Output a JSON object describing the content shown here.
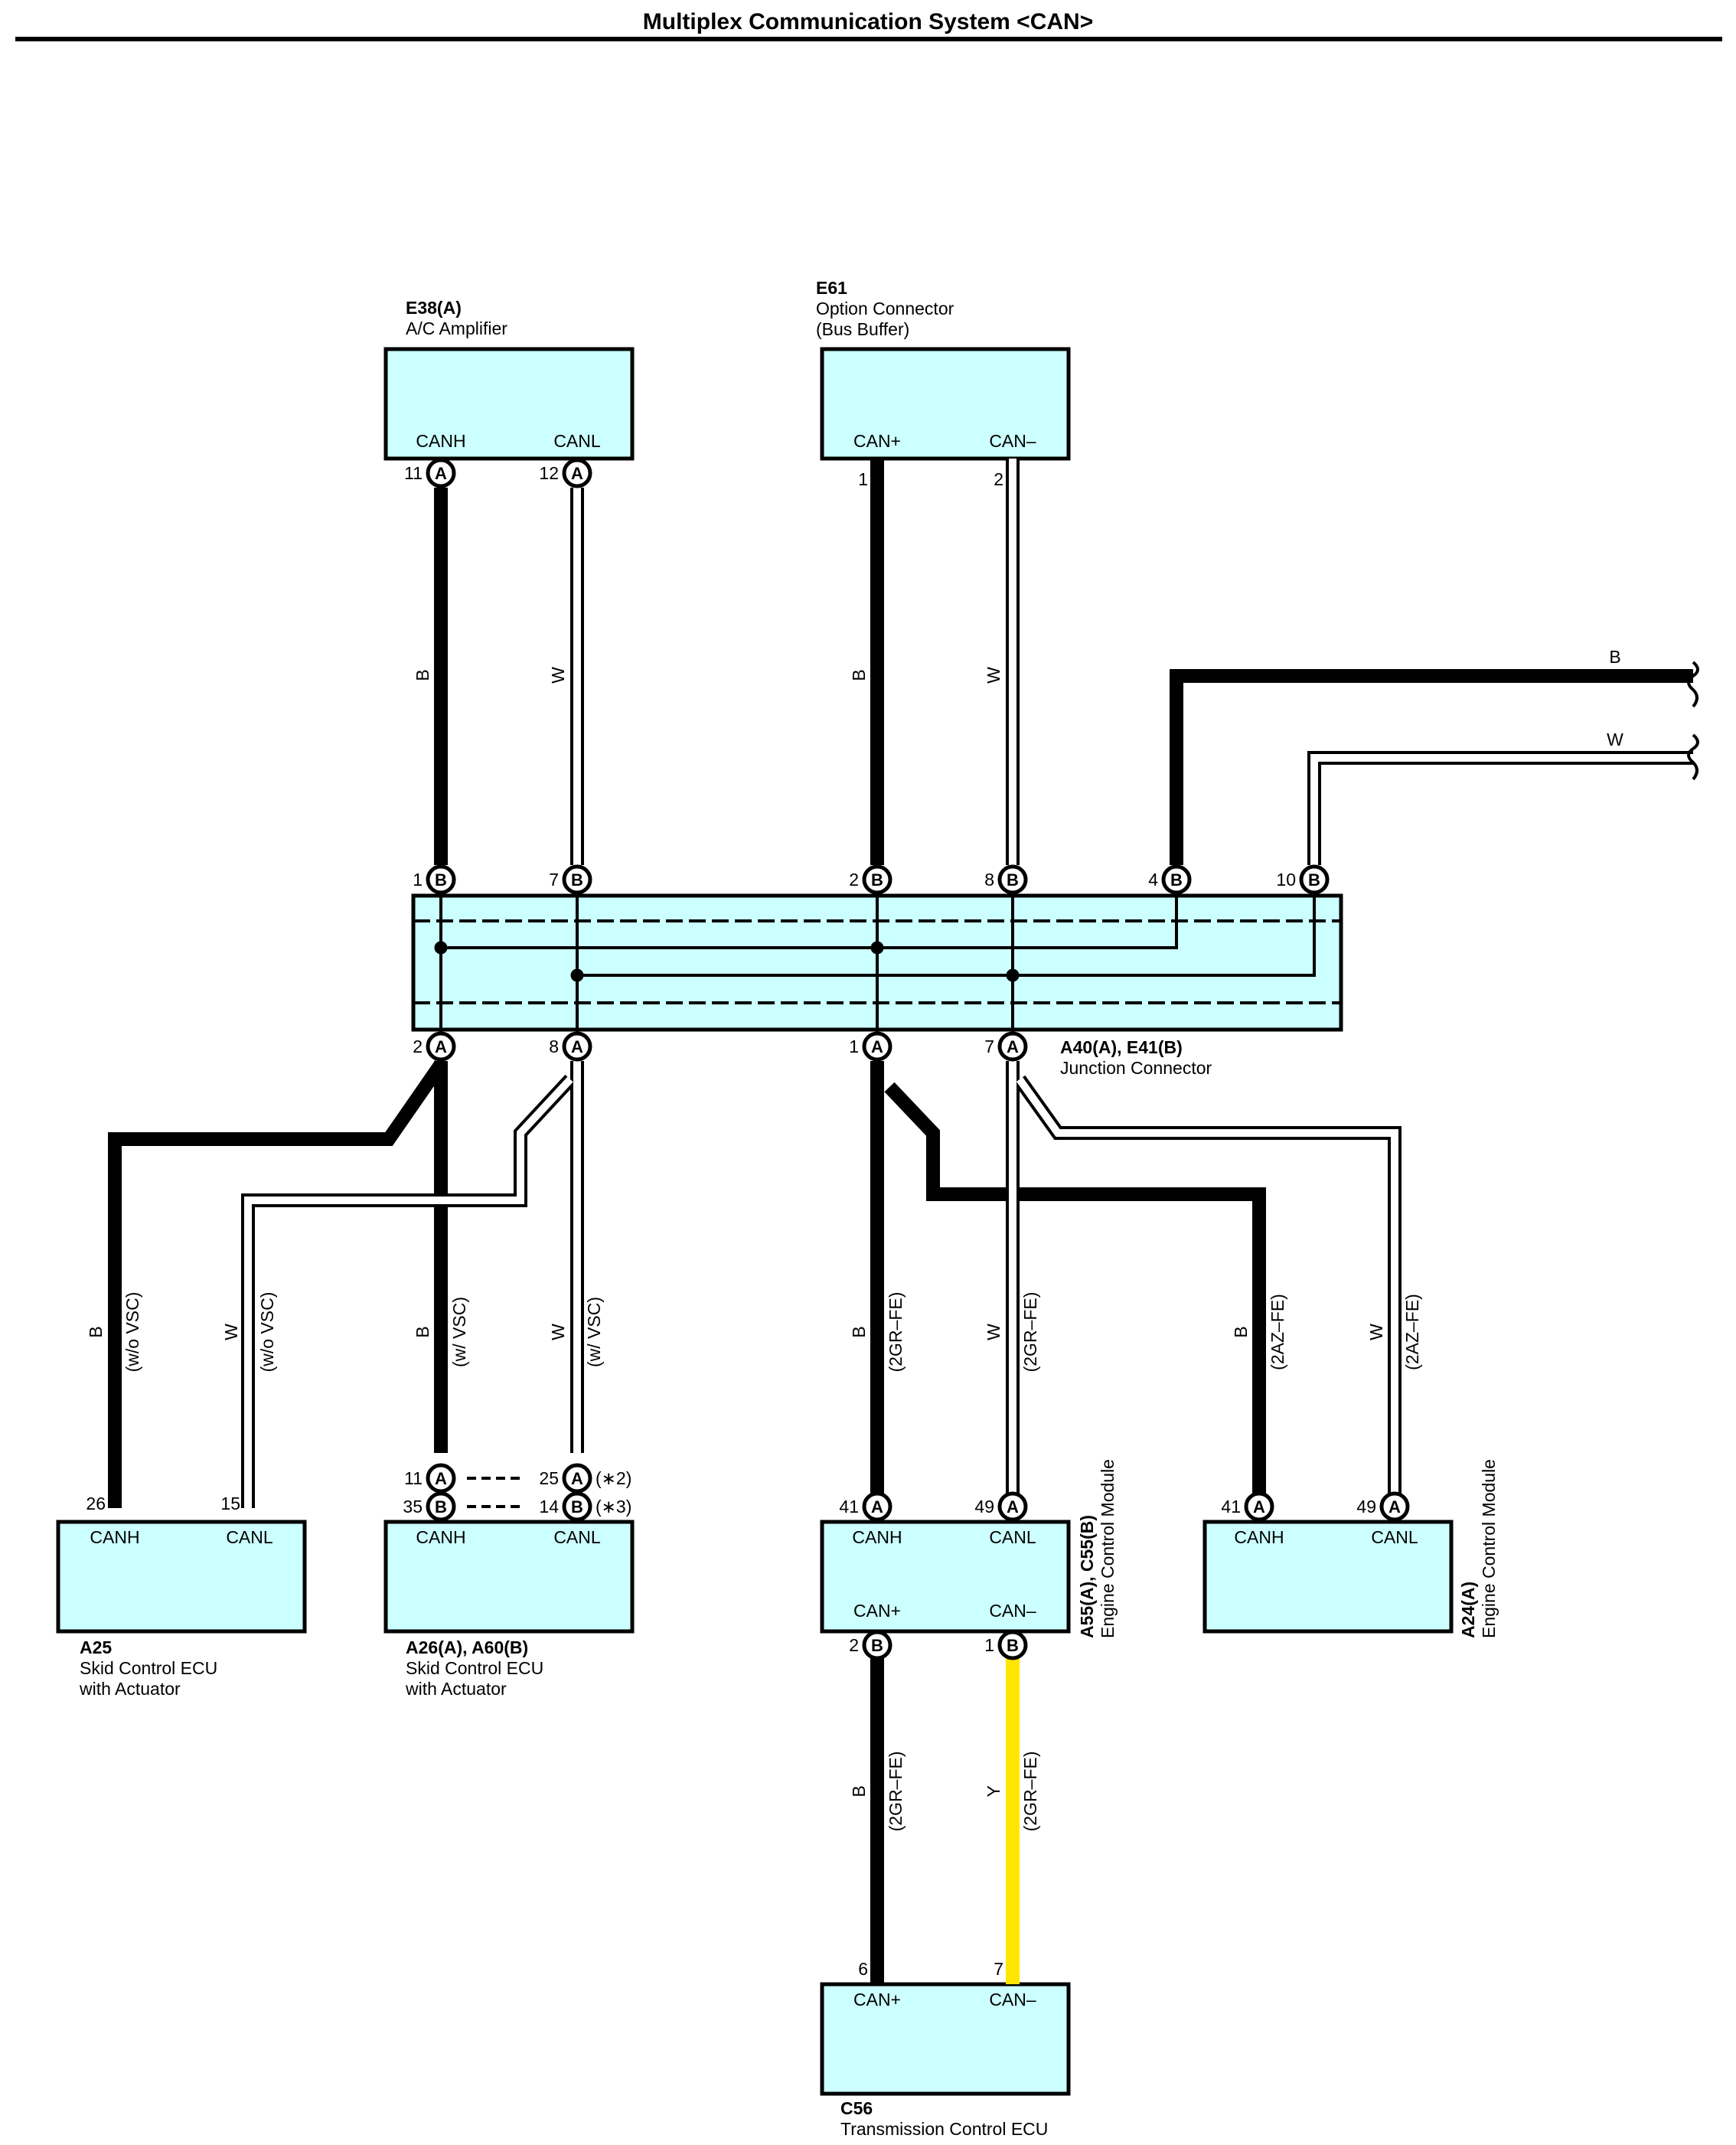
{
  "title": "Multiplex Communication System <CAN>",
  "colors": {
    "box_fill": "#ccffff",
    "wire_black": "#000000",
    "wire_white": "#ffffff",
    "wire_yellow": "#ffe600"
  },
  "components": {
    "e38": {
      "id": "E38(A)",
      "name": "A/C Amplifier",
      "term_left": "CANH",
      "term_right": "CANL"
    },
    "e61": {
      "id": "E61",
      "name1": "Option Connector",
      "name2": "(Bus Buffer)",
      "term_left": "CAN+",
      "term_right": "CAN–"
    },
    "junction": {
      "id": "A40(A), E41(B)",
      "name": "Junction Connector"
    },
    "a25": {
      "id": "A25",
      "name1": "Skid Control ECU",
      "name2": "with Actuator",
      "term_left": "CANH",
      "term_right": "CANL"
    },
    "a26": {
      "id": "A26(A), A60(B)",
      "name1": "Skid Control ECU",
      "name2": "with Actuator",
      "term_left": "CANH",
      "term_right": "CANL"
    },
    "a55": {
      "id": "A55(A), C55(B)",
      "name": "Engine Control Module",
      "term_top_left": "CANH",
      "term_top_right": "CANL",
      "term_bottom_left": "CAN+",
      "term_bottom_right": "CAN–"
    },
    "a24": {
      "id": "A24(A)",
      "name": "Engine Control Module",
      "term_left": "CANH",
      "term_right": "CANL"
    },
    "c56": {
      "id": "C56",
      "name": "Transmission Control ECU",
      "term_left": "CAN+",
      "term_right": "CAN–"
    }
  },
  "pins": [
    {
      "num": "11",
      "letter": "A"
    },
    {
      "num": "12",
      "letter": "A"
    },
    {
      "num": "1",
      "letter": ""
    },
    {
      "num": "2",
      "letter": ""
    },
    {
      "num": "1",
      "letter": "B"
    },
    {
      "num": "7",
      "letter": "B"
    },
    {
      "num": "2",
      "letter": "B"
    },
    {
      "num": "8",
      "letter": "B"
    },
    {
      "num": "4",
      "letter": "B"
    },
    {
      "num": "10",
      "letter": "B"
    },
    {
      "num": "2",
      "letter": "A"
    },
    {
      "num": "8",
      "letter": "A"
    },
    {
      "num": "1",
      "letter": "A"
    },
    {
      "num": "7",
      "letter": "A"
    },
    {
      "num": "26",
      "letter": ""
    },
    {
      "num": "15",
      "letter": ""
    },
    {
      "num": "11",
      "letter": "A"
    },
    {
      "num": "25",
      "letter": "A"
    },
    {
      "num": "35",
      "letter": "B"
    },
    {
      "num": "14",
      "letter": "B"
    },
    {
      "num": "41",
      "letter": "A"
    },
    {
      "num": "49",
      "letter": "A"
    },
    {
      "num": "2",
      "letter": "B"
    },
    {
      "num": "1",
      "letter": "B"
    },
    {
      "num": "41",
      "letter": "A"
    },
    {
      "num": "49",
      "letter": "A"
    },
    {
      "num": "6",
      "letter": ""
    },
    {
      "num": "7",
      "letter": ""
    }
  ],
  "pin_notes": [
    "(∗2)",
    "(∗3)"
  ],
  "wire_labels": [
    {
      "color": "B",
      "cond": ""
    },
    {
      "color": "W",
      "cond": ""
    },
    {
      "color": "B",
      "cond": ""
    },
    {
      "color": "W",
      "cond": ""
    },
    {
      "color": "B",
      "cond": ""
    },
    {
      "color": "W",
      "cond": ""
    },
    {
      "color": "B",
      "cond": "(w/o VSC)"
    },
    {
      "color": "W",
      "cond": "(w/o VSC)"
    },
    {
      "color": "B",
      "cond": "(w/ VSC)"
    },
    {
      "color": "W",
      "cond": "(w/ VSC)"
    },
    {
      "color": "B",
      "cond": "(2GR–FE)"
    },
    {
      "color": "W",
      "cond": "(2GR–FE)"
    },
    {
      "color": "B",
      "cond": "(2AZ–FE)"
    },
    {
      "color": "W",
      "cond": "(2AZ–FE)"
    },
    {
      "color": "B",
      "cond": "(2GR–FE)"
    },
    {
      "color": "Y",
      "cond": "(2GR–FE)"
    }
  ]
}
